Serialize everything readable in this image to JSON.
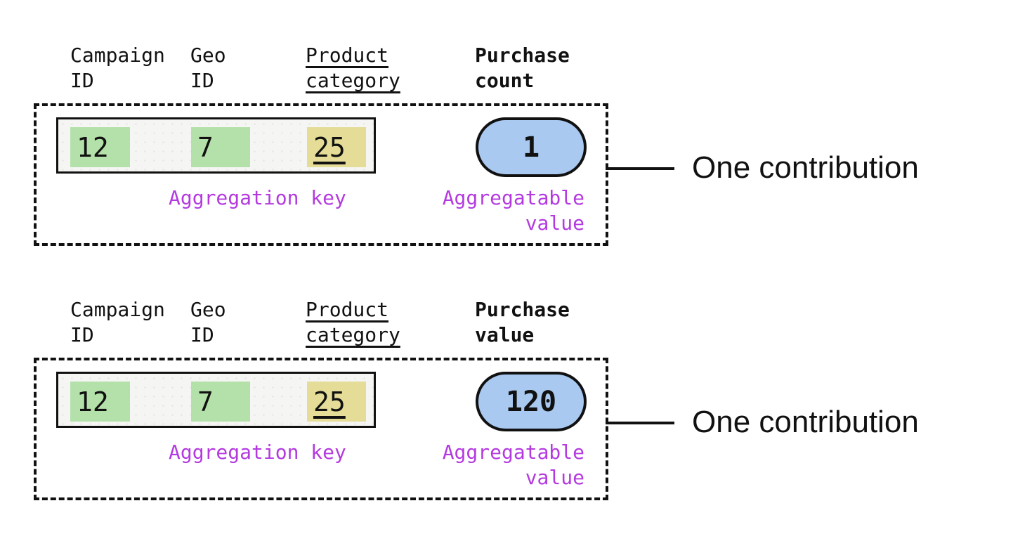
{
  "colors": {
    "key_highlight": "#b4e1a9",
    "category_highlight": "#e4dc97",
    "value_fill": "#a9c9f1",
    "label_purple": "#b43ae0",
    "ink": "#111111"
  },
  "sections": [
    {
      "headers": {
        "campaign": "Campaign\nID",
        "geo": "Geo\nID",
        "product": "Product\ncategory",
        "metric": "Purchase\ncount"
      },
      "record": {
        "campaign_id": "12",
        "geo_id": "7",
        "product_category": "25"
      },
      "aggregatable_value": "1",
      "labels": {
        "aggregation_key": "Aggregation key",
        "aggregatable_value": "Aggregatable\nvalue"
      },
      "annotation": "One contribution"
    },
    {
      "headers": {
        "campaign": "Campaign\nID",
        "geo": "Geo\nID",
        "product": "Product\ncategory",
        "metric": "Purchase\nvalue"
      },
      "record": {
        "campaign_id": "12",
        "geo_id": "7",
        "product_category": "25"
      },
      "aggregatable_value": "120",
      "labels": {
        "aggregation_key": "Aggregation key",
        "aggregatable_value": "Aggregatable\nvalue"
      },
      "annotation": "One contribution"
    }
  ]
}
